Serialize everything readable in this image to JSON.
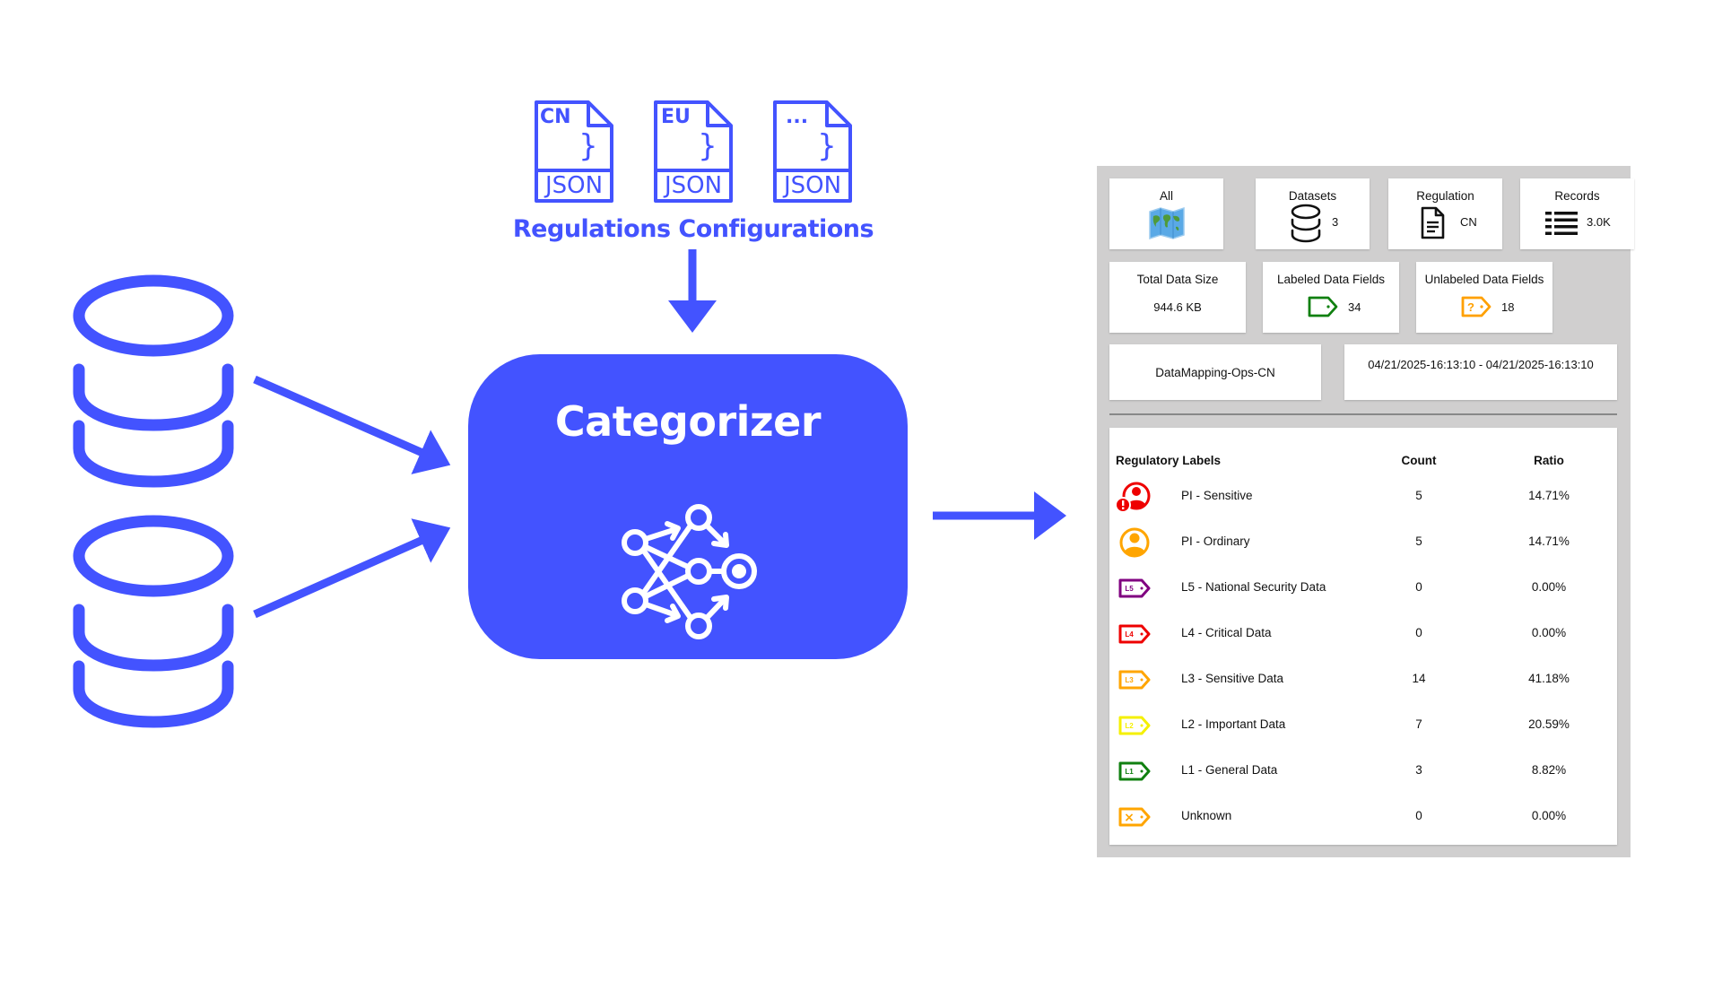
{
  "diagram": {
    "accent_color": "#4353ff",
    "config_files": [
      {
        "code": "CN",
        "type": "JSON"
      },
      {
        "code": "EU",
        "type": "JSON"
      },
      {
        "code": "...",
        "type": "JSON"
      }
    ],
    "config_title": "Regulations Configurations",
    "processor_title": "Categorizer",
    "inputs": [
      "database-icon",
      "database-icon"
    ],
    "processor_icon": "neural-network-icon"
  },
  "dashboard": {
    "summary": {
      "all": {
        "label": "All",
        "icon": "world-map-icon"
      },
      "datasets": {
        "label": "Datasets",
        "value": "3",
        "icon": "database-icon"
      },
      "regulation": {
        "label": "Regulation",
        "value": "CN",
        "icon": "document-icon"
      },
      "records": {
        "label": "Records",
        "value": "3.0K",
        "icon": "list-icon"
      }
    },
    "stats": {
      "total_size": {
        "label": "Total Data Size",
        "value": "944.6 KB"
      },
      "labeled": {
        "label": "Labeled Data Fields",
        "value": "34",
        "color": "#108010"
      },
      "unlabeled": {
        "label": "Unlabeled Data Fields",
        "value": "18",
        "color": "#ffa000"
      }
    },
    "job_name": "DataMapping-Ops-CN",
    "time_range": "04/21/2025-16:13:10 - 04/21/2025-16:13:10",
    "table": {
      "headers": {
        "label": "Regulatory Labels",
        "count": "Count",
        "ratio": "Ratio"
      },
      "rows": [
        {
          "label": "PI - Sensitive",
          "count": "5",
          "ratio": "14.71%",
          "icon": "person-alert-icon",
          "color": "#ee0000"
        },
        {
          "label": "PI - Ordinary",
          "count": "5",
          "ratio": "14.71%",
          "icon": "person-icon",
          "color": "#ffa500"
        },
        {
          "label": "L5 - National Security Data",
          "count": "0",
          "ratio": "0.00%",
          "icon": "tag-l5-icon",
          "tag": "L5",
          "color": "#800080"
        },
        {
          "label": "L4 - Critical Data",
          "count": "0",
          "ratio": "0.00%",
          "icon": "tag-l4-icon",
          "tag": "L4",
          "color": "#ee0000"
        },
        {
          "label": "L3 - Sensitive Data",
          "count": "14",
          "ratio": "41.18%",
          "icon": "tag-l3-icon",
          "tag": "L3",
          "color": "#ffa500"
        },
        {
          "label": "L2 - Important Data",
          "count": "7",
          "ratio": "20.59%",
          "icon": "tag-l2-icon",
          "tag": "L2",
          "color": "#f5f000"
        },
        {
          "label": "L1 - General Data",
          "count": "3",
          "ratio": "8.82%",
          "icon": "tag-l1-icon",
          "tag": "L1",
          "color": "#108010"
        },
        {
          "label": "Unknown",
          "count": "0",
          "ratio": "0.00%",
          "icon": "tag-unknown-icon",
          "tag": "×",
          "color": "#ffa500"
        }
      ]
    }
  }
}
